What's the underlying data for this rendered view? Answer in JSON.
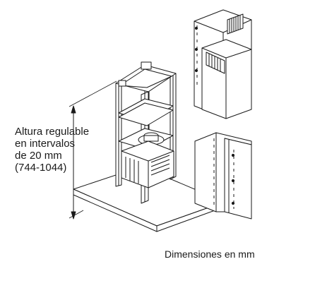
{
  "diagram": {
    "height_note": [
      "Altura regulable",
      "en intervalos",
      "de 20 mm",
      "(744-1044)"
    ],
    "units_note": "Dimensiones en mm"
  },
  "colors": {
    "line": "#1a1a1a",
    "panel": "#ffffff",
    "background": "#ffffff"
  }
}
